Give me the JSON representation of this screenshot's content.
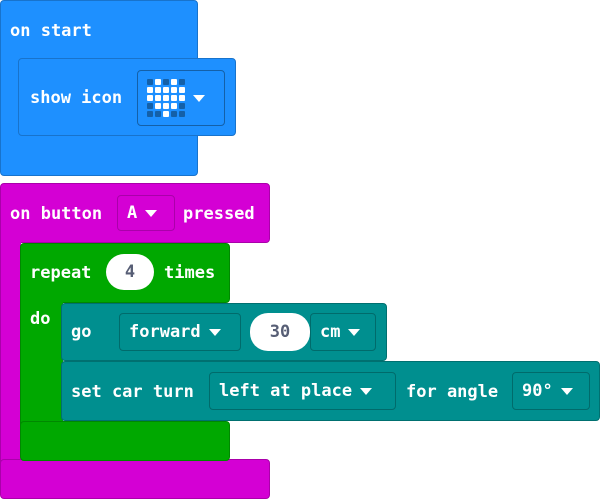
{
  "on_start": {
    "hat_label": "on start",
    "show_icon": {
      "label": "show icon",
      "icon": "heart-icon",
      "led_pattern": [
        [
          0,
          1,
          0,
          1,
          0
        ],
        [
          1,
          1,
          1,
          1,
          1
        ],
        [
          1,
          1,
          1,
          1,
          1
        ],
        [
          0,
          1,
          1,
          1,
          0
        ],
        [
          0,
          0,
          1,
          0,
          0
        ]
      ]
    }
  },
  "on_button": {
    "label_prefix": "on button",
    "button_value": "A",
    "label_suffix": "pressed",
    "repeat": {
      "label": "repeat",
      "count": "4",
      "times_label": "times",
      "do_label": "do"
    },
    "go": {
      "label": "go",
      "direction": "forward",
      "distance": "30",
      "unit": "cm"
    },
    "set_turn": {
      "label": "set car turn",
      "mode": "left at place",
      "for_label": "for angle",
      "angle": "90°"
    }
  },
  "colors": {
    "basic": "#1e90ff",
    "input": "#d400d4",
    "loops": "#00a800",
    "car": "#008f8f"
  }
}
